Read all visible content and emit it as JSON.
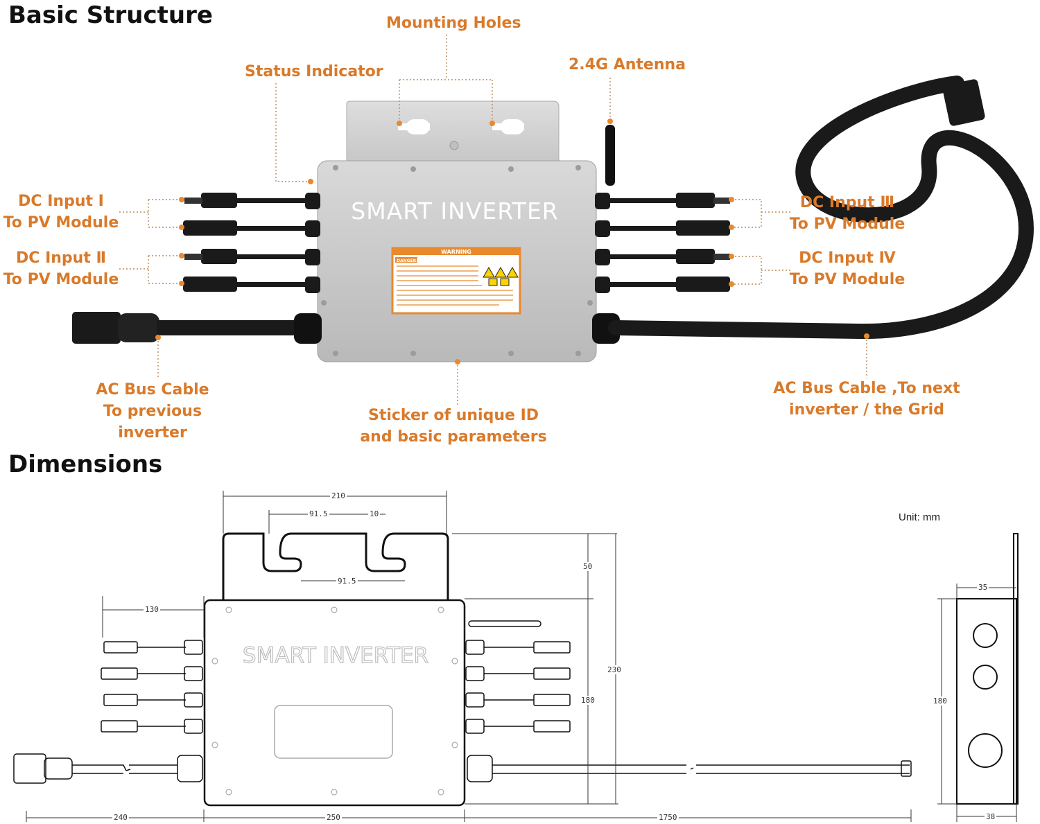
{
  "sections": {
    "basic_structure": "Basic Structure",
    "dimensions": "Dimensions"
  },
  "callouts": {
    "mounting_holes": "Mounting Holes",
    "status_indicator": "Status Indicator",
    "antenna": "2.4G Antenna",
    "dc_input_1": "DC Input Ⅰ\nTo PV Module",
    "dc_input_2": "DC Input Ⅱ\nTo PV Module",
    "dc_input_3": "DC Input Ⅲ\nTo PV Module",
    "dc_input_4": "DC Input Ⅳ\nTo PV Module",
    "ac_prev": "AC Bus Cable\nTo previous inverter",
    "sticker": "Sticker of unique ID\nand basic parameters",
    "ac_next": "AC Bus Cable ,To next\ninverter / the Grid"
  },
  "device": {
    "brand": "SMART INVERTER",
    "warning_header": "WARNING",
    "danger_label": "DANGER!"
  },
  "dimensions": {
    "unit": "Unit: mm",
    "overall_width": "210",
    "hole_spacing_top": "91.5",
    "slot_width": "10",
    "hole_spacing_bottom": "91.5",
    "tab_height": "50",
    "total_height": "230",
    "body_height": "180",
    "dc_cable_length": "130",
    "ac_left_length": "240",
    "body_width": "250",
    "ac_right_length": "1750",
    "side_top": "35",
    "side_bottom": "38",
    "side_height": "180"
  },
  "colors": {
    "callout": "#d97a2a",
    "casing": "#c9c9c9",
    "cable": "#1a1a1a"
  }
}
